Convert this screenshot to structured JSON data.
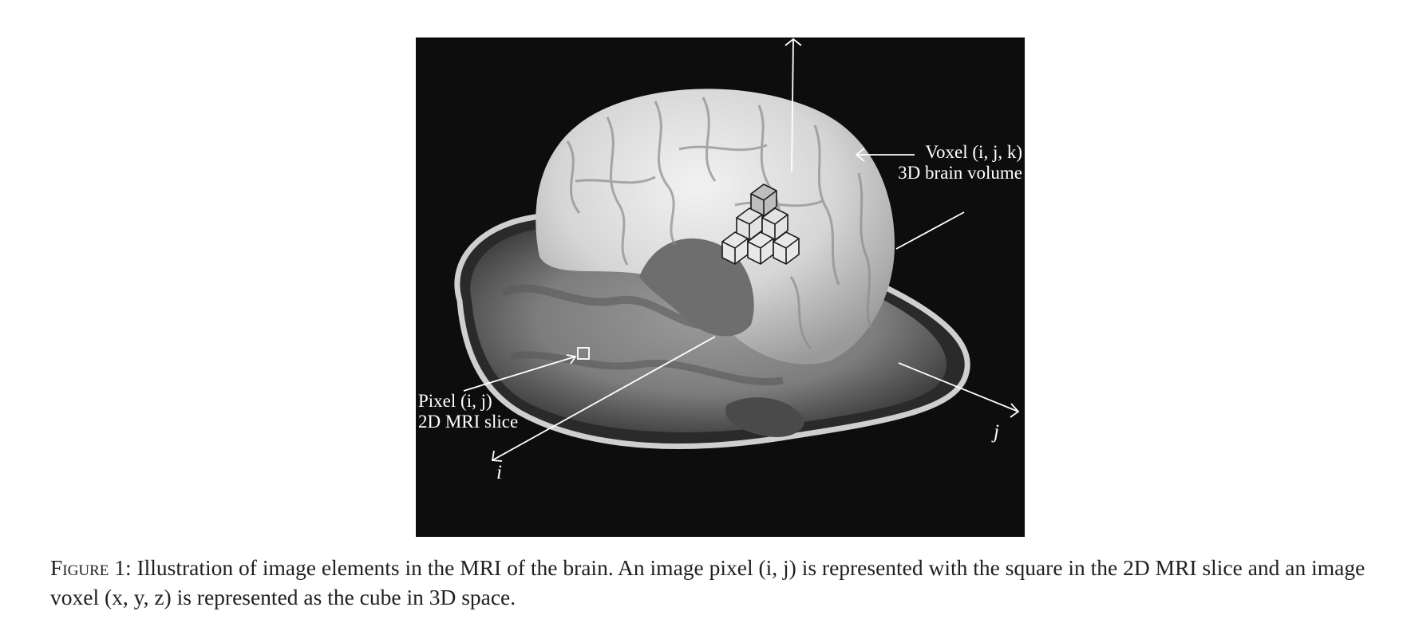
{
  "figure": {
    "voxel_label_line1": "Voxel (i, j, k)",
    "voxel_label_line2": "3D brain volume",
    "pixel_label_line1": "Pixel (i, j)",
    "pixel_label_line2": "2D MRI slice",
    "axis_i_label": "i",
    "axis_j_label": "j",
    "colors": {
      "background": "#0d0d0d",
      "brain": "#d8d8d8",
      "annotation": "#ffffff"
    }
  },
  "caption": {
    "figure_word": "Figure 1",
    "text": ": Illustration of image elements in the MRI of the brain. An image pixel (i, j) is represented with the square in the 2D MRI slice and an image voxel (x, y, z) is represented as the cube in 3D space."
  }
}
